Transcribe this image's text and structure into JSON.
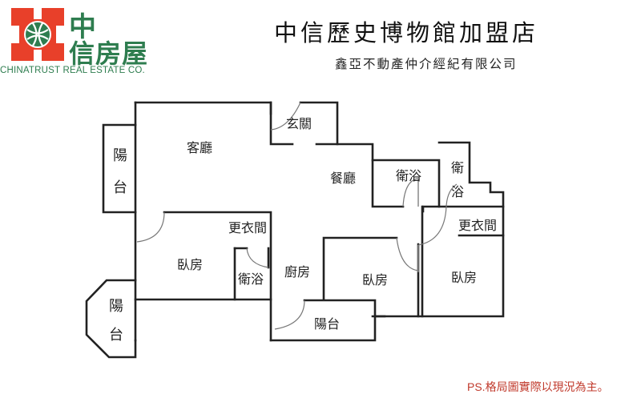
{
  "logo": {
    "brand_cn_line1": "中",
    "brand_cn_line2": "信房屋",
    "brand_en": "CHINATRUST REAL ESTATE CO.",
    "colors": {
      "red": "#e8402a",
      "green": "#2e7d4f"
    }
  },
  "header": {
    "title": "中信歷史博物館加盟店",
    "subtitle": "鑫亞不動產仲介經紀有限公司"
  },
  "rooms": {
    "balcony_left_top": {
      "char1": "陽",
      "char2": "台"
    },
    "living_room": "客廳",
    "entrance": "玄關",
    "dining_room": "餐廳",
    "bath_center": "衛浴",
    "bath_right": {
      "char1": "衛",
      "char2": "浴"
    },
    "closet_left": "更衣間",
    "closet_right": "更衣間",
    "bedroom_left": "臥房",
    "bath_small": "衛浴",
    "kitchen": "廚房",
    "bedroom_middle": "臥房",
    "bedroom_right": "臥房",
    "balcony_left_bottom": {
      "char1": "陽",
      "char2": "台"
    },
    "balcony_bottom": "陽台"
  },
  "footer": {
    "note_prefix": "PS.",
    "note_text": "格局圖實際以現況為主。",
    "note_color": "#c0392b"
  }
}
